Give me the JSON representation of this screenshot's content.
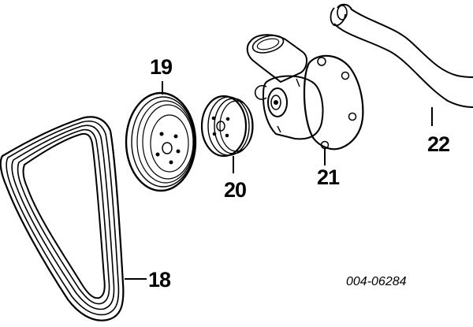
{
  "diagram": {
    "colors": {
      "ink": "#000000",
      "paper": "#ffffff"
    },
    "callouts": {
      "belt": "18",
      "crank_pulley": "19",
      "pump_pulley": "20",
      "water_pump": "21",
      "hose": "22"
    },
    "reference_number": "004-06284"
  }
}
